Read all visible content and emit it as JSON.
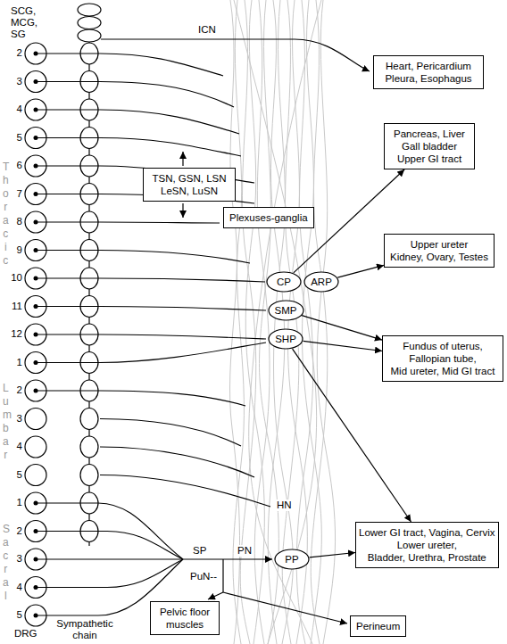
{
  "diagram": {
    "nodes": [
      {
        "text": [
          "Heart, Pericardium Pleura, Esophagus"
        ]
      },
      {
        "text": [
          "Pancreas, Liver Gall bladder Upper GI tract"
        ]
      },
      {
        "text": [
          "TSN, GSN, LSN LeSN, LuSN"
        ]
      },
      {
        "text": [
          "Plexuses-ganglia"
        ]
      },
      {
        "text": [
          "Upper ureter",
          "Kidney, Ovary, Testes"
        ]
      },
      {
        "text": [
          "CP"
        ]
      },
      {
        "text": [
          "ARP"
        ]
      },
      {
        "text": [
          "SMP"
        ]
      },
      {
        "text": [
          "SHP"
        ]
      },
      {
        "text": [
          "Fundus of uterus, Fallopian tube,",
          "Mid ureter, Mid GI tract"
        ]
      },
      {
        "text": [
          "Lower GI tract, Vagina, Cervix",
          "Lower ureter,",
          "Bladder, Urethra, Prostate"
        ]
      },
      {
        "text": [
          "PP"
        ]
      },
      {
        "text": [
          "Pelvic floor muscles"
        ]
      },
      {
        "text": [
          "Perineum"
        ]
      }
    ],
    "edges": [
      {
        "from": 5,
        "to": 1,
        "arrow": "to"
      },
      {
        "from": 6,
        "to": 4,
        "arrow": "to"
      },
      {
        "from": 7,
        "to": 9,
        "arrow": "to"
      },
      {
        "from": 8,
        "to": 9,
        "arrow": "to"
      },
      {
        "from": 8,
        "to": 10,
        "arrow": "to"
      },
      {
        "from": 11,
        "to": 10,
        "arrow": "to"
      }
    ],
    "labels": [
      "SCG, MCG, SG",
      "ICN",
      "Thoracic",
      "2",
      "3",
      "4",
      "5",
      "6",
      "7",
      "8",
      "9",
      "10",
      "11",
      "12",
      "Lumbar",
      "1",
      "2",
      "3",
      "4",
      "5",
      "Sacral",
      "1",
      "2",
      "3",
      "4",
      "5",
      "HN",
      "SP",
      "PN",
      "PuN--",
      "DRG",
      "Sympathetic chain"
    ]
  }
}
